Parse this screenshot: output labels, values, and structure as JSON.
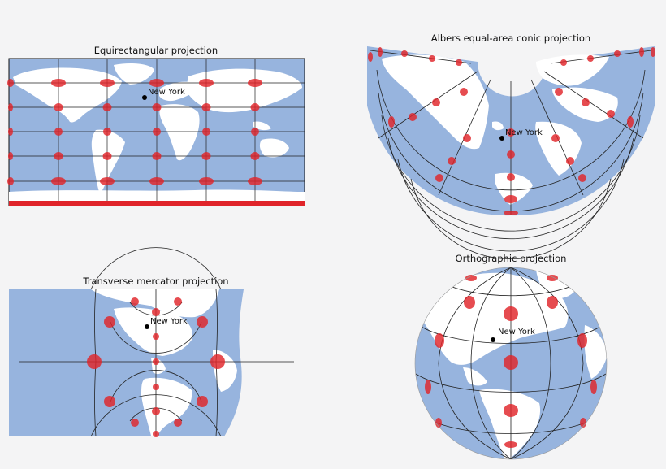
{
  "colors": {
    "background": "#f4f4f5",
    "ocean": "#97b4de",
    "land": "#ffffff",
    "tissot": "#e0242a",
    "graticule": "#222222",
    "city": "#000000"
  },
  "city": {
    "label": "New York"
  },
  "panels": {
    "equirect": {
      "title": "Equirectangular projection"
    },
    "albers": {
      "title": "Albers equal-area conic projection"
    },
    "tmerc": {
      "title": "Transverse mercator projection"
    },
    "ortho": {
      "title": "Orthographic projection"
    }
  }
}
